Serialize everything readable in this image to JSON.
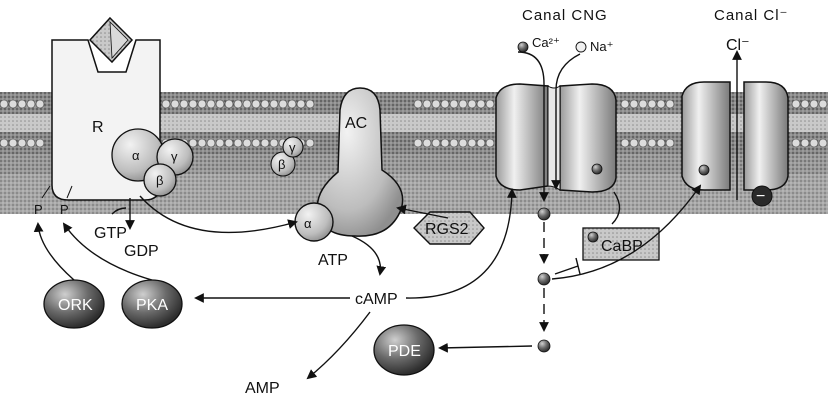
{
  "channels": {
    "cng_title": "Canal CNG",
    "cl_title": "Canal Cl⁻",
    "ca_ion": "Ca²⁺",
    "na_ion": "Na⁺",
    "cl_ion": "Cl⁻",
    "minus_sign": "−"
  },
  "receptor": {
    "r_label": "R",
    "p1": "P",
    "p2": "P"
  },
  "g_protein": {
    "alpha": "α",
    "beta": "β",
    "gamma": "γ",
    "gtp": "GTP",
    "gdp": "GDP",
    "free_beta": "β",
    "free_gamma": "γ"
  },
  "adenylyl_cyclase": {
    "ac_label": "AC",
    "alpha": "α",
    "rgs2": "RGS2",
    "atp": "ATP"
  },
  "second_messenger": {
    "camp": "cAMP",
    "amp": "AMP"
  },
  "kinases": {
    "ork": "ORK",
    "pka": "PKA",
    "pde": "PDE",
    "cabp": "CaBP"
  },
  "colors": {
    "membrane_dark": "#5a5a5a",
    "protein_fill": "#d9d9d9",
    "sphere_dark": "#555555",
    "stroke": "#111111"
  }
}
